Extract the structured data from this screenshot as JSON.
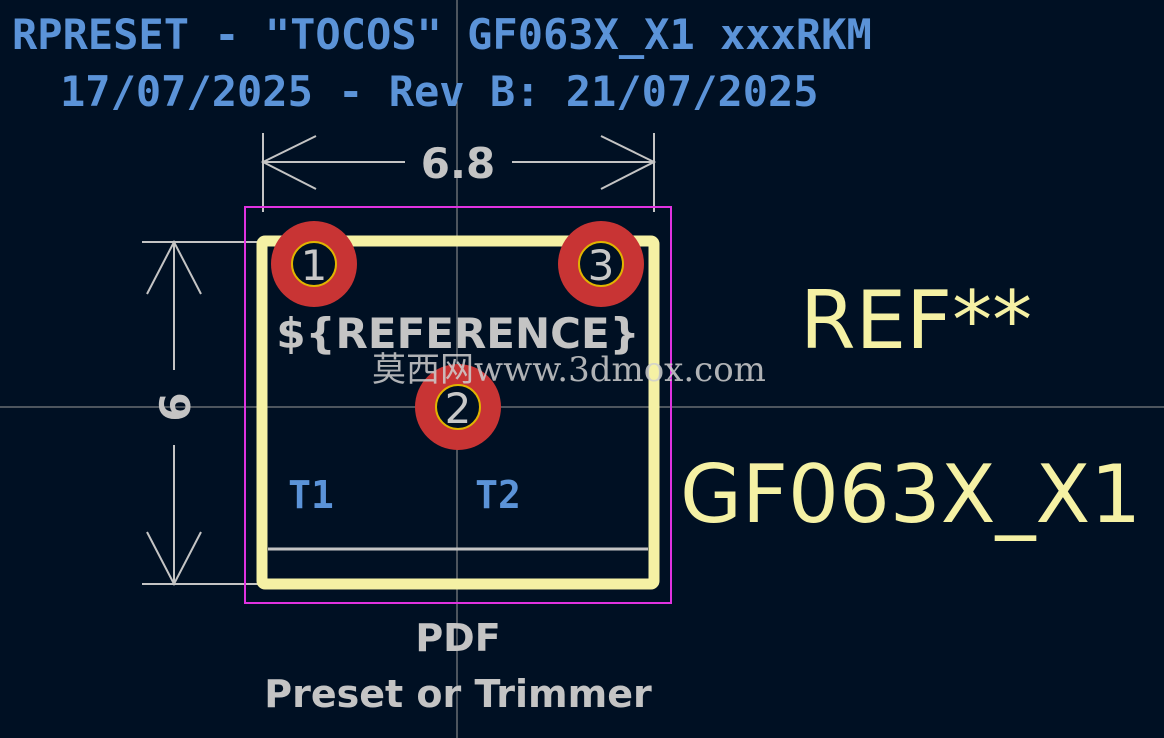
{
  "title": {
    "line1": "RPRESET - \"TOCOS\" GF063X_X1 xxxRKM",
    "line2": "17/07/2025 - Rev B: 21/07/2025"
  },
  "dimensions": {
    "width": "6.8",
    "height": "6"
  },
  "footprint": {
    "reference_placeholder": "${REFERENCE}",
    "reference": "REF**",
    "value": "GF063X_X1",
    "fab_label": "PDF",
    "description": "Preset or Trimmer"
  },
  "pads": [
    {
      "number": "1"
    },
    {
      "number": "3"
    },
    {
      "number": "2"
    }
  ],
  "terminals": {
    "t1": "T1",
    "t2": "T2"
  },
  "watermark": "莫西网www.3dmox.com",
  "colors": {
    "background": "#001023",
    "silkscreen": "#f5f1a4",
    "courtyard": "#e032e0",
    "pad": "#c83434",
    "user_text": "#5b93d8",
    "dimension": "#c4c4c4"
  }
}
